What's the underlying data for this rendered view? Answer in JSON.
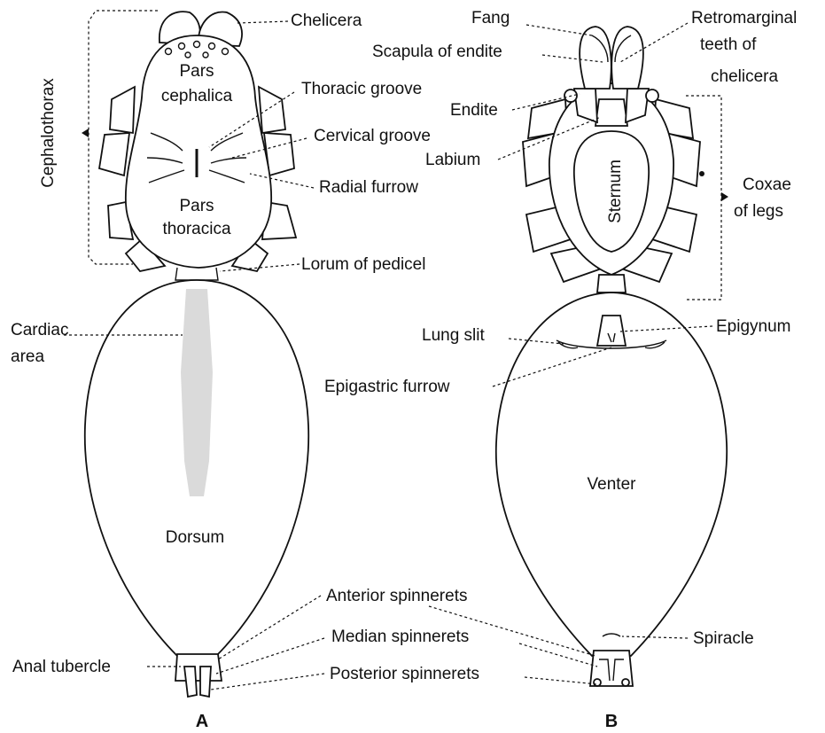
{
  "figure_a": {
    "panel_label": "A",
    "labels": {
      "chelicera": "Chelicera",
      "cephalothorax": "Cephalothorax",
      "pars_cephalica": [
        "Pars",
        "cephalica"
      ],
      "pars_thoracica": [
        "Pars",
        "thoracica"
      ],
      "thoracic_groove": "Thoracic groove",
      "cervical_groove": "Cervical groove",
      "radial_furrow": "Radial furrow",
      "lorum_of_pedicel": "Lorum of pedicel",
      "cardiac_area": [
        "Cardiac",
        "area"
      ],
      "dorsum": "Dorsum",
      "anal_tubercle": "Anal tubercle"
    }
  },
  "figure_b": {
    "panel_label": "B",
    "labels": {
      "fang": "Fang",
      "retromarginal": [
        "Retromarginal",
        "teeth of",
        "chelicera"
      ],
      "scapula_of_endite": "Scapula of endite",
      "endite": "Endite",
      "labium": "Labium",
      "sternum": "Sternum",
      "coxae_of_legs": [
        "Coxae",
        "of legs"
      ],
      "lung_slit": "Lung slit",
      "epigynum": "Epigynum",
      "epigastric_furrow": "Epigastric furrow",
      "venter": "Venter",
      "spiracle": "Spiracle"
    }
  },
  "shared_labels": {
    "anterior_spinnerets": "Anterior spinnerets",
    "median_spinnerets": "Median spinnerets",
    "posterior_spinnerets": "Posterior spinnerets"
  }
}
